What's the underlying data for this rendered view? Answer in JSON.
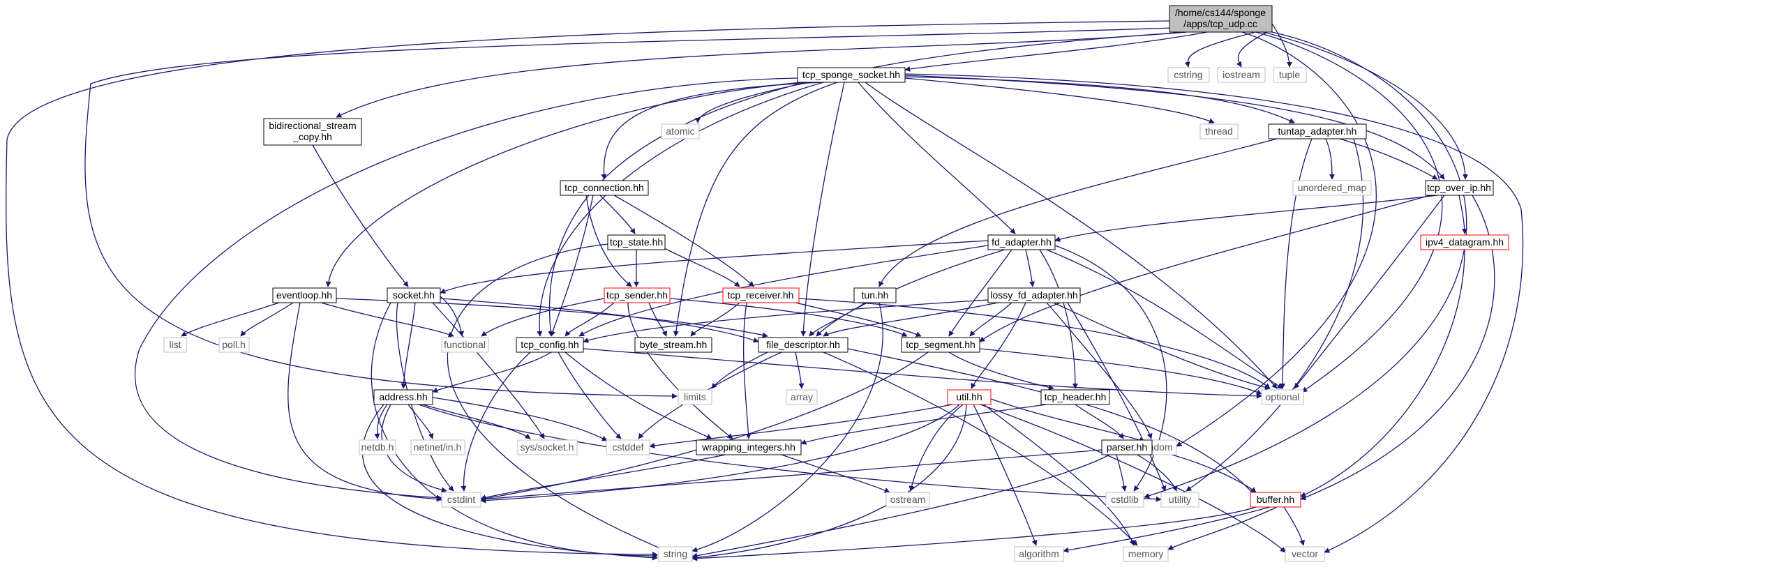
{
  "root_file": {
    "line1": "/home/cs144/sponge",
    "line2": "/apps/tcp_udp.cc"
  },
  "colors": {
    "edge": "#191970",
    "system_border": "#bfbfbf",
    "project_border": "#000000",
    "incomplete_border": "#ff0000",
    "root_fill": "#bfbfbf"
  },
  "nodes": {
    "tcp_sponge_socket": "tcp_sponge_socket.hh",
    "bidirectional": {
      "line1": "bidirectional_stream",
      "line2": "_copy.hh"
    },
    "atomic": "atomic",
    "thread": "thread",
    "tuntap_adapter": "tuntap_adapter.hh",
    "cstring": "cstring",
    "iostream": "iostream",
    "tuple": "tuple",
    "tcp_connection": "tcp_connection.hh",
    "unordered_map": "unordered_map",
    "tcp_over_ip": "tcp_over_ip.hh",
    "tcp_state": "tcp_state.hh",
    "fd_adapter": "fd_adapter.hh",
    "ipv4_datagram": "ipv4_datagram.hh",
    "eventloop": "eventloop.hh",
    "socket": "socket.hh",
    "tcp_sender": "tcp_sender.hh",
    "tcp_receiver": "tcp_receiver.hh",
    "tun": "tun.hh",
    "lossy_fd_adapter": "lossy_fd_adapter.hh",
    "list": "list",
    "poll_h": "poll.h",
    "functional": "functional",
    "tcp_config": "tcp_config.hh",
    "byte_stream": "byte_stream.hh",
    "file_descriptor": "file_descriptor.hh",
    "tcp_segment": "tcp_segment.hh",
    "limits": "limits",
    "array": "array",
    "optional": "optional",
    "address": "address.hh",
    "util": "util.hh",
    "tcp_header": "tcp_header.hh",
    "random": "random",
    "netdb_h": "netdb.h",
    "netinet_in_h": "netinet/in.h",
    "sys_socket_h": "sys/socket.h",
    "cstddef": "cstddef",
    "wrapping_integers": "wrapping_integers.hh",
    "parser": "parser.hh",
    "cstdint": "cstdint",
    "ostream": "ostream",
    "cstdlib": "cstdlib",
    "utility": "utility",
    "buffer": "buffer.hh",
    "string": "string",
    "algorithm": "algorithm",
    "memory": "memory",
    "vector": "vector"
  }
}
